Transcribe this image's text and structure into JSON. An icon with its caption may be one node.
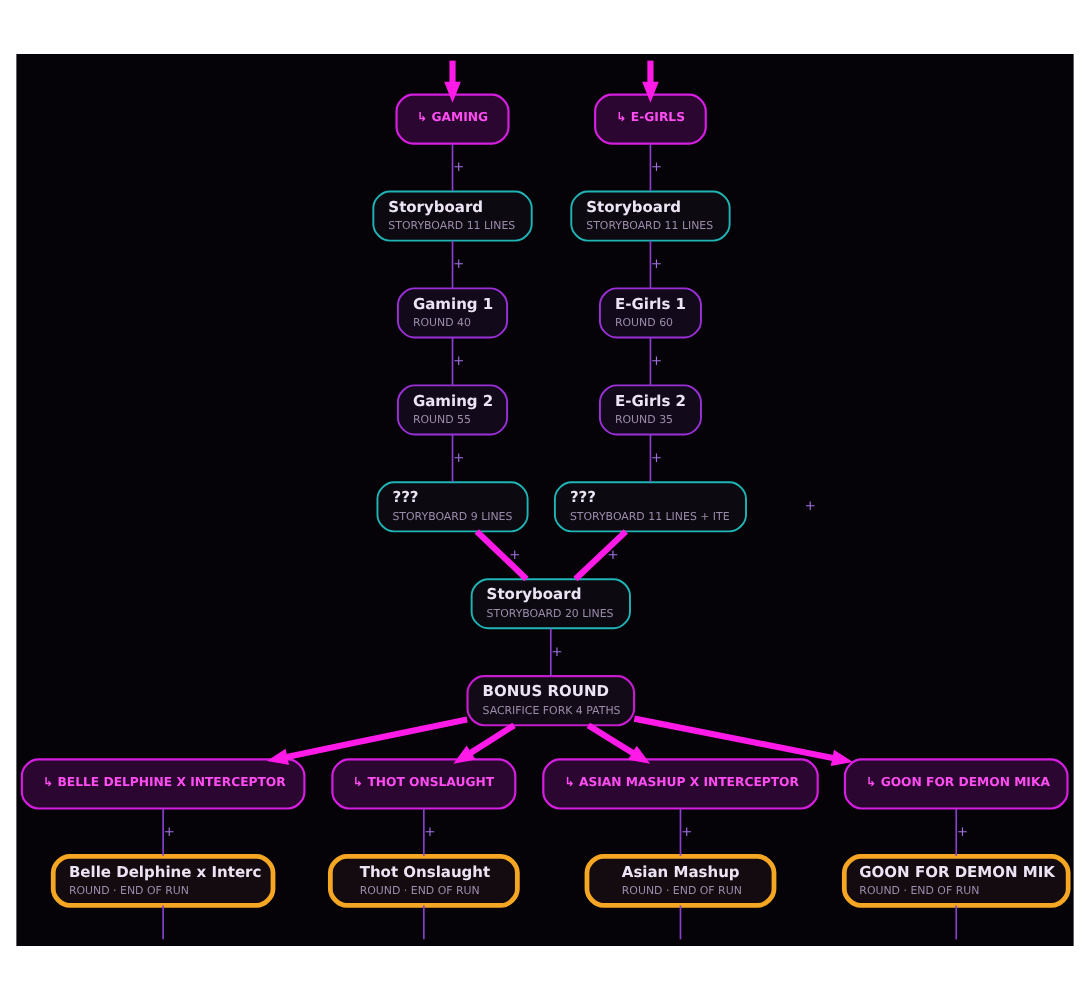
{
  "diagram": {
    "nodes": [
      {
        "text": [
          "↳ GAMING"
        ]
      },
      {
        "text": [
          "↳ E-GIRLS"
        ]
      },
      {
        "text": [
          "Storyboard",
          "STORYBOARD 11 LINES"
        ]
      },
      {
        "text": [
          "Storyboard",
          "STORYBOARD 11 LINES"
        ]
      },
      {
        "text": [
          "Gaming 1",
          "ROUND 40"
        ]
      },
      {
        "text": [
          "E-Girls 1",
          "ROUND 60"
        ]
      },
      {
        "text": [
          "Gaming 2",
          "ROUND 55"
        ]
      },
      {
        "text": [
          "E-Girls 2",
          "ROUND 35"
        ]
      },
      {
        "text": [
          "???",
          "STORYBOARD 9 LINES"
        ]
      },
      {
        "text": [
          "???",
          "STORYBOARD 11 LINES + ITE"
        ]
      },
      {
        "text": [
          "Storyboard",
          "STORYBOARD 20 LINES"
        ]
      },
      {
        "text": [
          "BONUS ROUND",
          "SACRIFICE FORK 4 PATHS"
        ]
      },
      {
        "text": [
          "↳ BELLE DELPHINE X INTERCEPTOR"
        ]
      },
      {
        "text": [
          "↳ THOT ONSLAUGHT"
        ]
      },
      {
        "text": [
          "↳ ASIAN MASHUP X INTERCEPTOR"
        ]
      },
      {
        "text": [
          "↳ GOON FOR DEMON MIKA"
        ]
      },
      {
        "text": [
          "Belle Delphine x Interc",
          "ROUND · END OF RUN"
        ]
      },
      {
        "text": [
          "Thot Onslaught",
          "ROUND · END OF RUN"
        ]
      },
      {
        "text": [
          "Asian Mashup",
          "ROUND · END OF RUN"
        ]
      },
      {
        "text": [
          "GOON FOR DEMON MIK",
          "ROUND · END OF RUN"
        ]
      }
    ],
    "edges": [
      {
        "from": null,
        "to": 0,
        "arrow": "to",
        "style": "thick",
        "color": "#ff1ae8"
      },
      {
        "from": null,
        "to": 1,
        "arrow": "to",
        "style": "thick",
        "color": "#ff1ae8"
      },
      {
        "from": 0,
        "to": 2,
        "arrow": "none",
        "label": "+"
      },
      {
        "from": 1,
        "to": 3,
        "arrow": "none",
        "label": "+"
      },
      {
        "from": 2,
        "to": 4,
        "arrow": "none",
        "label": "+"
      },
      {
        "from": 3,
        "to": 5,
        "arrow": "none",
        "label": "+"
      },
      {
        "from": 4,
        "to": 6,
        "arrow": "none",
        "label": "+"
      },
      {
        "from": 5,
        "to": 7,
        "arrow": "none",
        "label": "+"
      },
      {
        "from": 6,
        "to": 8,
        "arrow": "none",
        "label": "+"
      },
      {
        "from": 7,
        "to": 9,
        "arrow": "none",
        "label": "+"
      },
      {
        "from": 8,
        "to": 10,
        "arrow": "none",
        "label": "+",
        "style": "thick",
        "color": "#ff1ae8"
      },
      {
        "from": 9,
        "to": 10,
        "arrow": "none",
        "label": "+",
        "style": "thick",
        "color": "#ff1ae8"
      },
      {
        "from": 10,
        "to": 11,
        "arrow": "none",
        "label": "+"
      },
      {
        "from": 11,
        "to": 12,
        "arrow": "to",
        "style": "thick",
        "color": "#ff1ae8"
      },
      {
        "from": 11,
        "to": 13,
        "arrow": "to",
        "style": "thick",
        "color": "#ff1ae8"
      },
      {
        "from": 11,
        "to": 14,
        "arrow": "to",
        "style": "thick",
        "color": "#ff1ae8"
      },
      {
        "from": 11,
        "to": 15,
        "arrow": "to",
        "style": "thick",
        "color": "#ff1ae8"
      },
      {
        "from": 12,
        "to": 16,
        "arrow": "none",
        "label": "+"
      },
      {
        "from": 13,
        "to": 17,
        "arrow": "none",
        "label": "+"
      },
      {
        "from": 14,
        "to": 18,
        "arrow": "none",
        "label": "+"
      },
      {
        "from": 15,
        "to": 19,
        "arrow": "none",
        "label": "+"
      },
      {
        "from": 16,
        "to": null,
        "arrow": "none"
      },
      {
        "from": 17,
        "to": null,
        "arrow": "none"
      },
      {
        "from": 18,
        "to": null,
        "arrow": "none"
      },
      {
        "from": 19,
        "to": null,
        "arrow": "none"
      }
    ],
    "labels": [
      "+"
    ]
  }
}
